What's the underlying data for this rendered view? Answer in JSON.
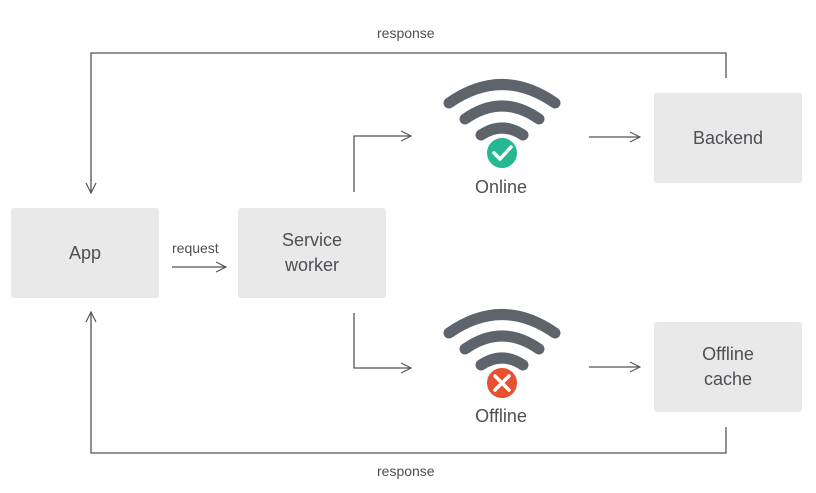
{
  "nodes": {
    "app": {
      "label": "App"
    },
    "service_worker": {
      "line1": "Service",
      "line2": "worker"
    },
    "backend": {
      "label": "Backend"
    },
    "offline_cache": {
      "line1": "Offline",
      "line2": "cache"
    }
  },
  "edges": {
    "request": "request",
    "response_top": "response",
    "response_bottom": "response"
  },
  "status": {
    "online": "Online",
    "offline": "Offline"
  },
  "icons": {
    "wifi": "wifi-icon",
    "online_badge": "check-icon",
    "offline_badge": "cross-icon"
  },
  "colors": {
    "node_fill": "#e9e9ea",
    "text": "#4c4f53",
    "wifi": "#5d646b",
    "online": "#26b991",
    "offline": "#e8512f",
    "line": "#555555"
  }
}
